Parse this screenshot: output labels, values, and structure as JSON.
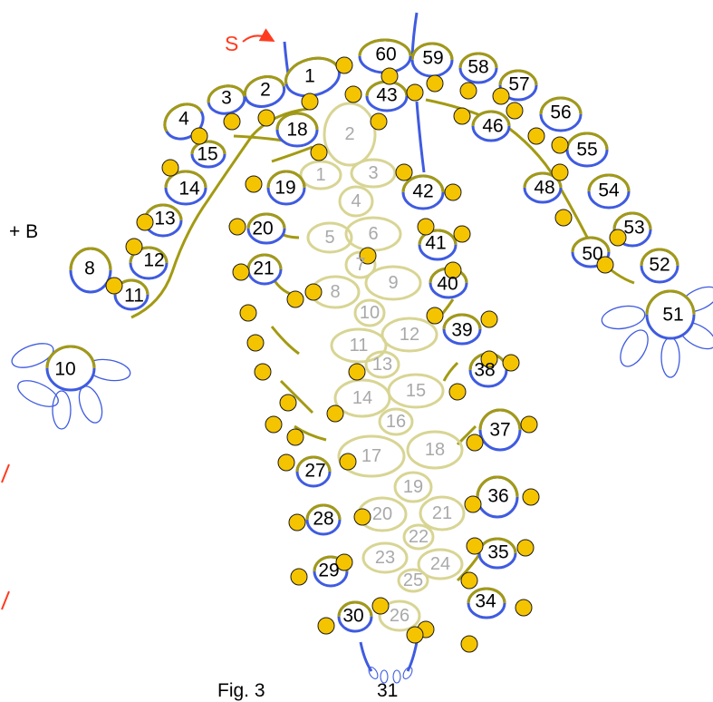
{
  "annotations": {
    "start_marker": "S",
    "bead_marker": "+ B",
    "figure_caption": "Fig. 3",
    "bottom_label": "31"
  },
  "colors": {
    "ring_blue": "#3f5be0",
    "chain_olive": "#a39a12",
    "center_khaki": "#d8d594",
    "center_text": "#a9a9a9",
    "bead": "#f5c400",
    "bead_stroke": "#1a1a1a",
    "accent_red": "#ff3b1f"
  },
  "center_elements": [
    "2",
    "1",
    "3",
    "4",
    "5",
    "6",
    "7",
    "8",
    "9",
    "10",
    "11",
    "12",
    "13",
    "14",
    "15",
    "16",
    "17",
    "18",
    "19",
    "20",
    "21",
    "22",
    "23",
    "24",
    "25",
    "26"
  ],
  "outline_elements": [
    "1",
    "2",
    "3",
    "4",
    "8",
    "10",
    "11",
    "12",
    "13",
    "14",
    "15",
    "18",
    "19",
    "20",
    "21",
    "27",
    "28",
    "29",
    "30",
    "34",
    "35",
    "36",
    "37",
    "38",
    "39",
    "40",
    "41",
    "42",
    "43",
    "46",
    "48",
    "50",
    "51",
    "52",
    "53",
    "54",
    "55",
    "56",
    "57",
    "58",
    "59",
    "60"
  ]
}
